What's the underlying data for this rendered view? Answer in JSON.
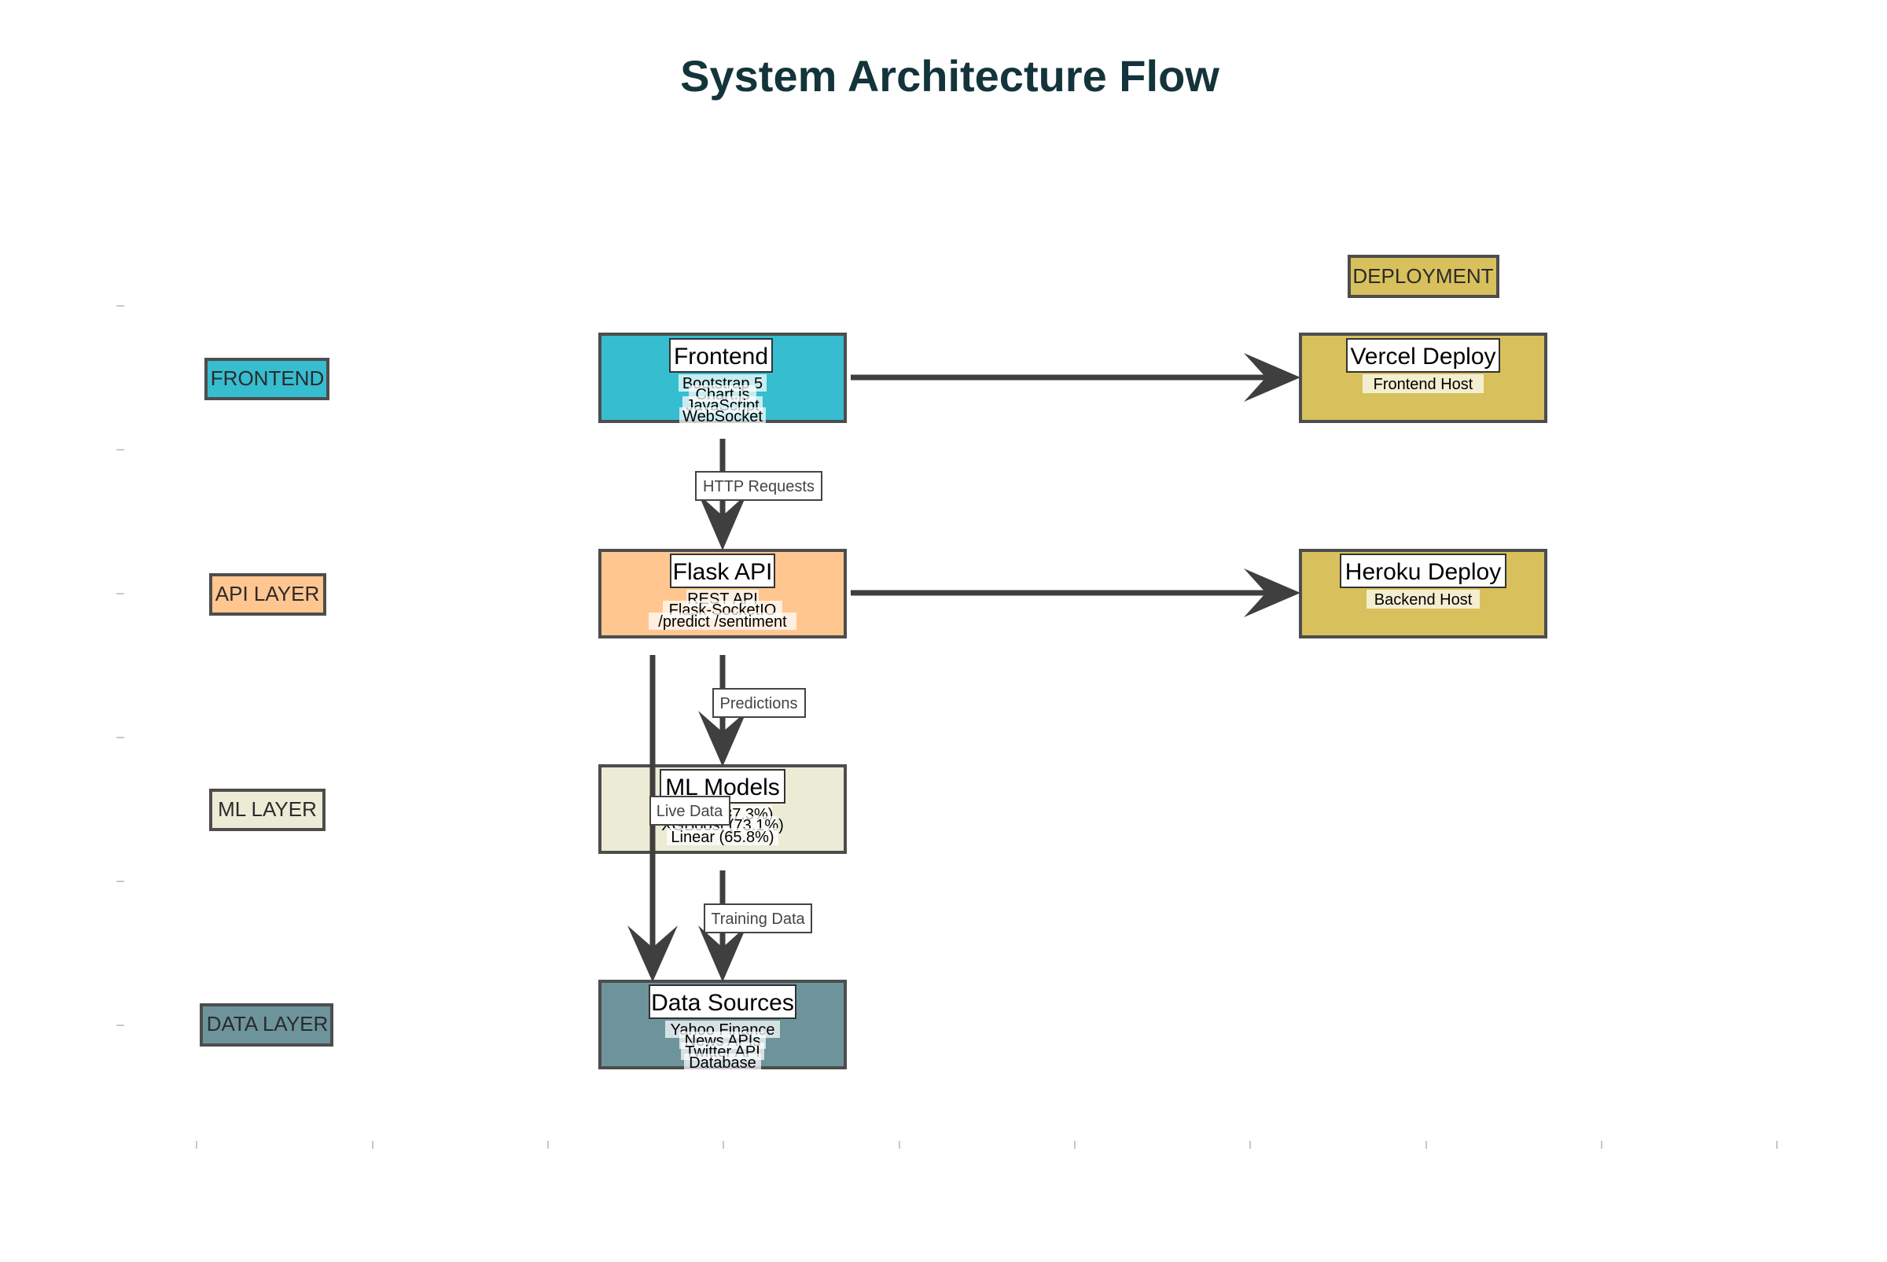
{
  "title": "System Architecture Flow",
  "colors": {
    "frontend": "#36bdd0",
    "api": "#ffc690",
    "ml": "#ecebd6",
    "data": "#6d949b",
    "deploy": "#d8c05c"
  },
  "layers": {
    "frontend": "FRONTEND",
    "api": "API LAYER",
    "ml": "ML LAYER",
    "data": "DATA LAYER",
    "deployment": "DEPLOYMENT"
  },
  "nodes": {
    "frontend": {
      "title": "Frontend",
      "lines": [
        "Bootstrap 5",
        "Chart.js",
        "JavaScript",
        "WebSocket"
      ]
    },
    "flask": {
      "title": "Flask API",
      "lines": [
        "REST API",
        "Flask-SocketIO",
        "/predict /sentiment"
      ]
    },
    "ml": {
      "title": "ML Models",
      "lines": [
        "LSTM (87.3%)",
        "XGBoost (73.1%)",
        "Linear (65.8%)"
      ]
    },
    "data": {
      "title": "Data Sources",
      "lines": [
        "Yahoo Finance",
        "News APIs",
        "Twitter API",
        "Database"
      ]
    },
    "vercel": {
      "title": "Vercel Deploy",
      "lines": [
        "Frontend Host"
      ]
    },
    "heroku": {
      "title": "Heroku Deploy",
      "lines": [
        "Backend Host"
      ]
    }
  },
  "edges": {
    "http": "HTTP Requests",
    "predictions": "Predictions",
    "training": "Training Data",
    "live": "Live Data"
  }
}
